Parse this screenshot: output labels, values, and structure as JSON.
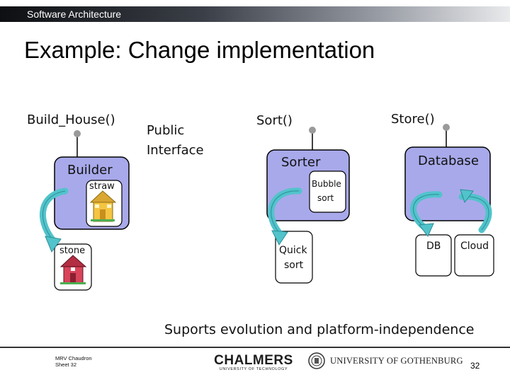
{
  "header": {
    "section": "Software Architecture"
  },
  "title": "Example: Change implementation",
  "public_interface_label": "Public\nInterface",
  "builder": {
    "method": "Build_House()",
    "component": "Builder",
    "implementations": [
      "straw",
      "stone"
    ]
  },
  "sorter": {
    "method": "Sort()",
    "component": "Sorter",
    "implementations": [
      "Bubble\nsort",
      "Quick\nsort"
    ]
  },
  "database": {
    "method": "Store()",
    "component": "Database",
    "implementations": [
      "DB",
      "Cloud"
    ]
  },
  "caption": "Suports evolution and platform-independence",
  "footer": {
    "author": "MRV Chaudron",
    "sheet": "Sheet 32",
    "logo_chalmers": "CHALMERS",
    "logo_chalmers_sub": "UNIVERSITY OF TECHNOLOGY",
    "logo_gu": "UNIVERSITY OF GOTHENBURG",
    "page_number": "32"
  },
  "colors": {
    "component_fill": "#a8a9ea",
    "arrow_fill": "#52c3cb",
    "interface_dot": "#9a9a9a",
    "straw_house": "#f4c542",
    "stone_house": "#d9445a"
  }
}
